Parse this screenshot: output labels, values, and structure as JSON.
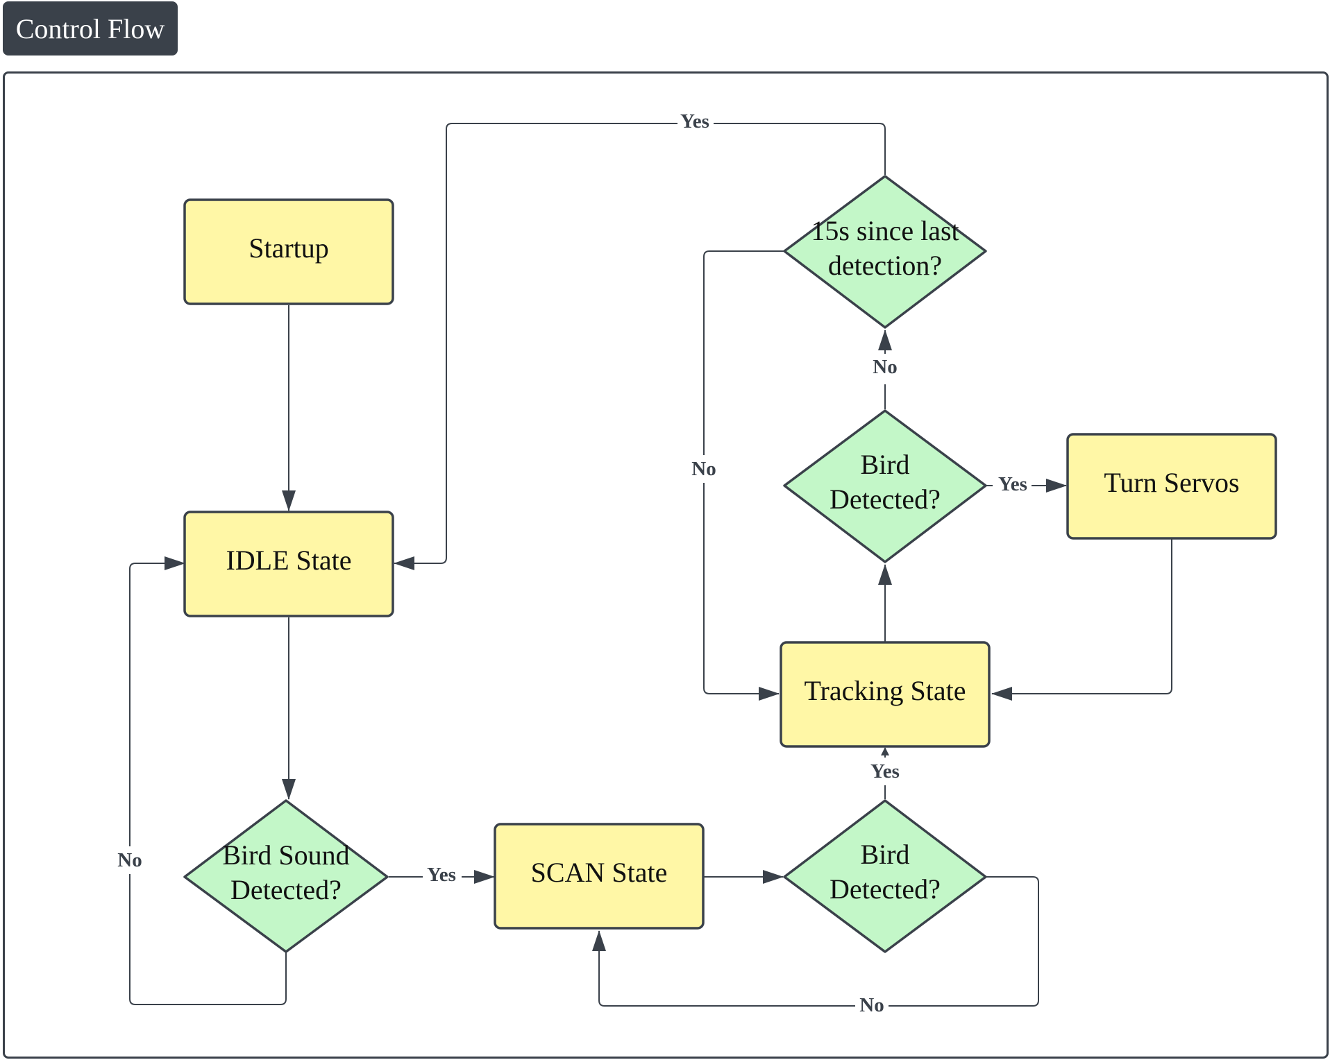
{
  "title": "Control Flow",
  "colors": {
    "process_fill": "#fff7a6",
    "decision_fill": "#c3f7c8",
    "stroke": "#3a414a",
    "title_bg": "#3a414a"
  },
  "nodes": {
    "startup": {
      "label": [
        "Startup"
      ]
    },
    "idle": {
      "label": [
        "IDLE State"
      ]
    },
    "bird_sound": {
      "label": [
        "Bird Sound",
        "Detected?"
      ]
    },
    "scan": {
      "label": [
        "SCAN State"
      ]
    },
    "bird_detected_scan": {
      "label": [
        "Bird",
        "Detected?"
      ]
    },
    "tracking": {
      "label": [
        "Tracking State"
      ]
    },
    "bird_detected_track": {
      "label": [
        "Bird",
        "Detected?"
      ]
    },
    "turn_servos": {
      "label": [
        "Turn Servos"
      ]
    },
    "timeout": {
      "label": [
        "15s since last",
        "detection?"
      ]
    }
  },
  "edges": [
    {
      "from": "startup",
      "to": "idle",
      "label": ""
    },
    {
      "from": "idle",
      "to": "bird_sound",
      "label": ""
    },
    {
      "from": "bird_sound",
      "to": "scan",
      "label": "Yes"
    },
    {
      "from": "bird_sound",
      "to": "idle",
      "label": "No"
    },
    {
      "from": "scan",
      "to": "bird_detected_scan",
      "label": ""
    },
    {
      "from": "bird_detected_scan",
      "to": "scan",
      "label": "No"
    },
    {
      "from": "bird_detected_scan",
      "to": "tracking",
      "label": "Yes"
    },
    {
      "from": "tracking",
      "to": "bird_detected_track",
      "label": ""
    },
    {
      "from": "bird_detected_track",
      "to": "turn_servos",
      "label": "Yes"
    },
    {
      "from": "turn_servos",
      "to": "tracking",
      "label": ""
    },
    {
      "from": "bird_detected_track",
      "to": "timeout",
      "label": "No"
    },
    {
      "from": "timeout",
      "to": "tracking",
      "label": "No"
    },
    {
      "from": "timeout",
      "to": "idle",
      "label": "Yes"
    }
  ]
}
